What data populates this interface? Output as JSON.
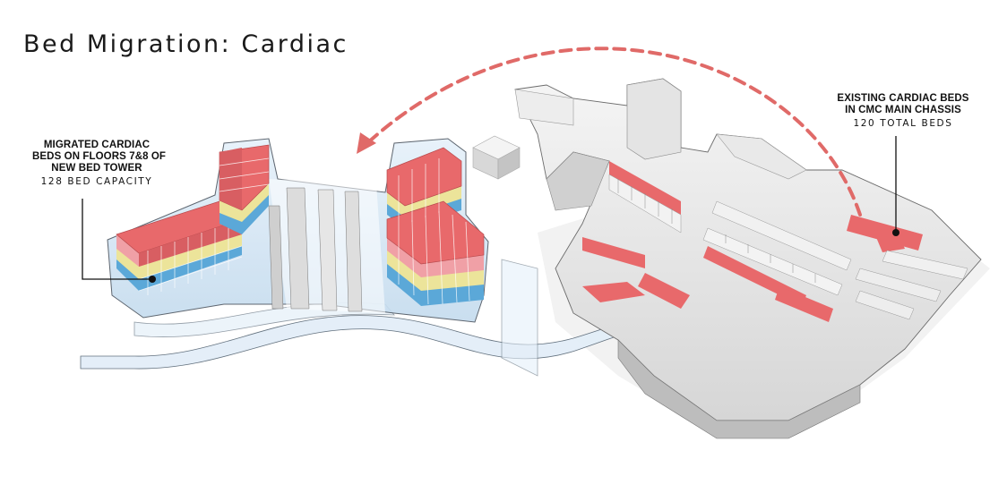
{
  "title": "Bed Migration: Cardiac",
  "new_tower": {
    "label_lines": [
      "MIGRATED CARDIAC",
      "BEDS ON FLOORS 7&8 OF",
      "NEW BED TOWER"
    ],
    "capacity": "128 BED CAPACITY"
  },
  "existing": {
    "label_lines": [
      "EXISTING CARDIAC BEDS",
      "IN CMC MAIN CHASSIS"
    ],
    "capacity": "120 TOTAL BEDS"
  },
  "colors": {
    "cardiac_red": "#e8696b",
    "pink": "#f0a0a6",
    "yellow": "#ece49a",
    "blue": "#5ba8d8",
    "arrow": "#e06a68",
    "glass": "#cfe3f3"
  }
}
